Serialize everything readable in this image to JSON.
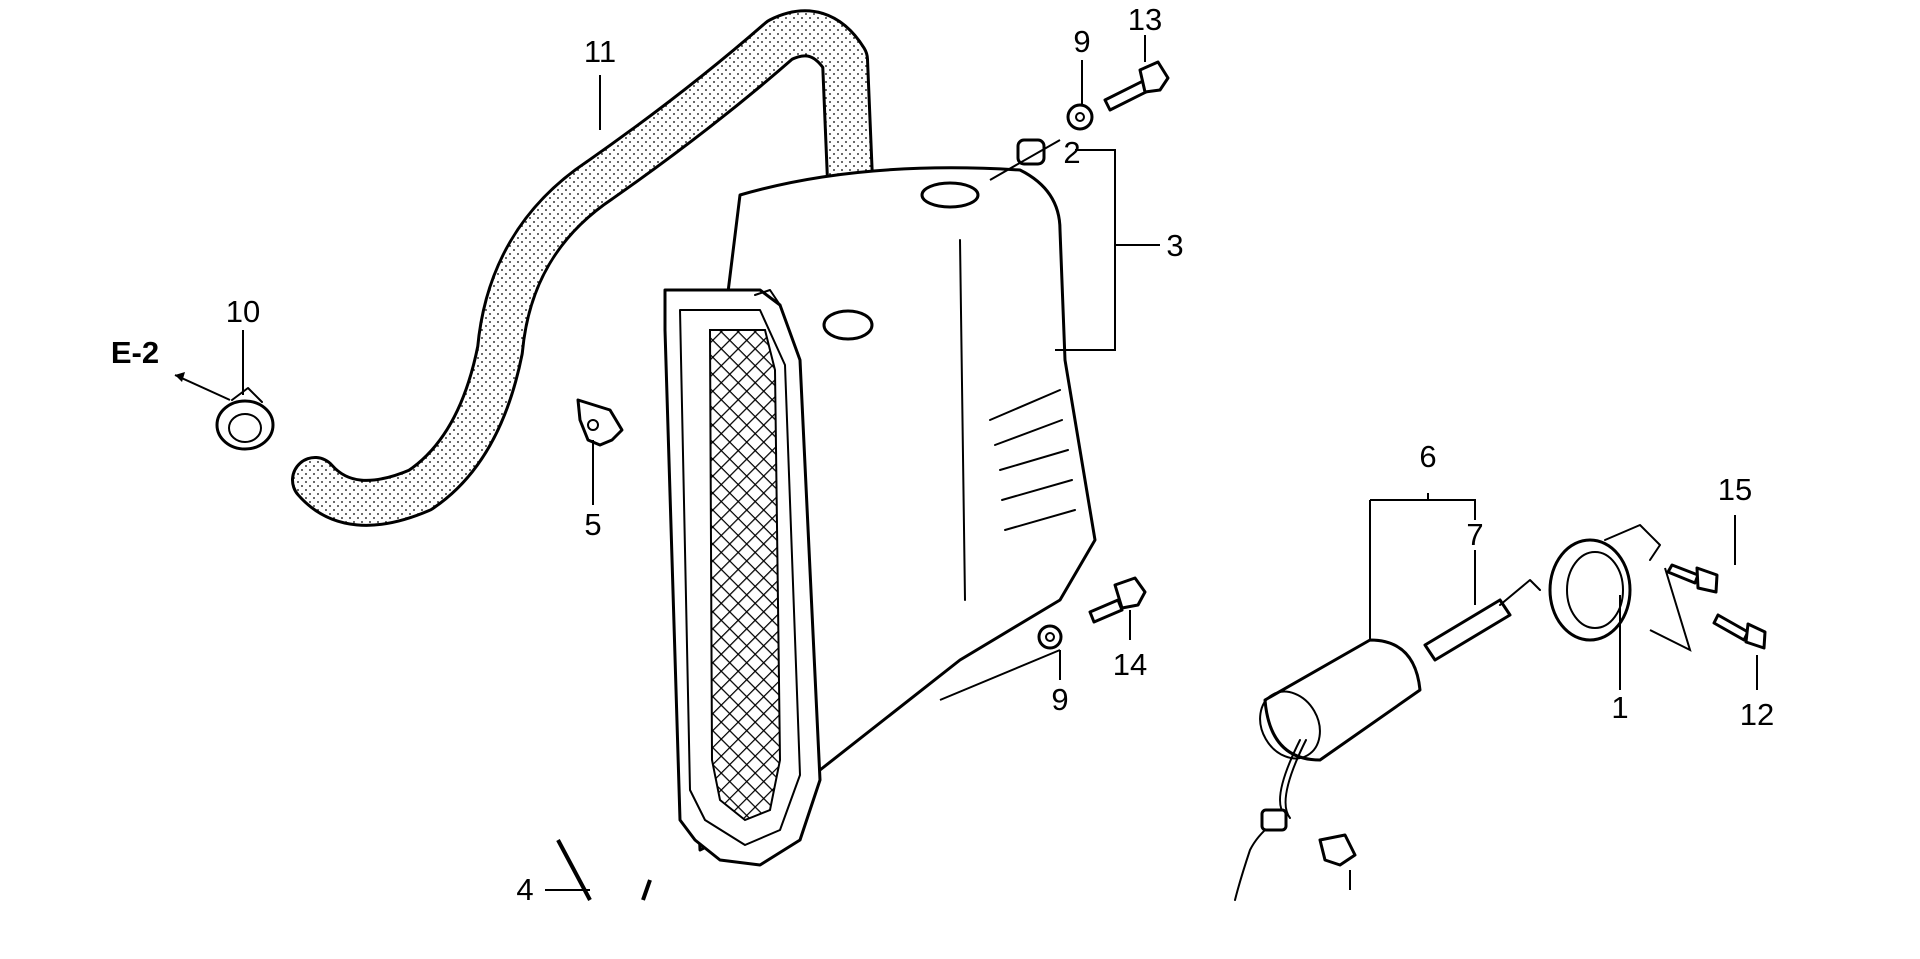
{
  "diagram": {
    "labels": {
      "l1": "1",
      "l2": "2",
      "l3": "3",
      "l4": "4",
      "l5": "5",
      "l6": "6",
      "l7": "7",
      "l9a": "9",
      "l9b": "9",
      "l10": "10",
      "l11": "11",
      "l12": "12",
      "l13": "13",
      "l14": "14",
      "l15": "15"
    },
    "reference": "E-2"
  }
}
